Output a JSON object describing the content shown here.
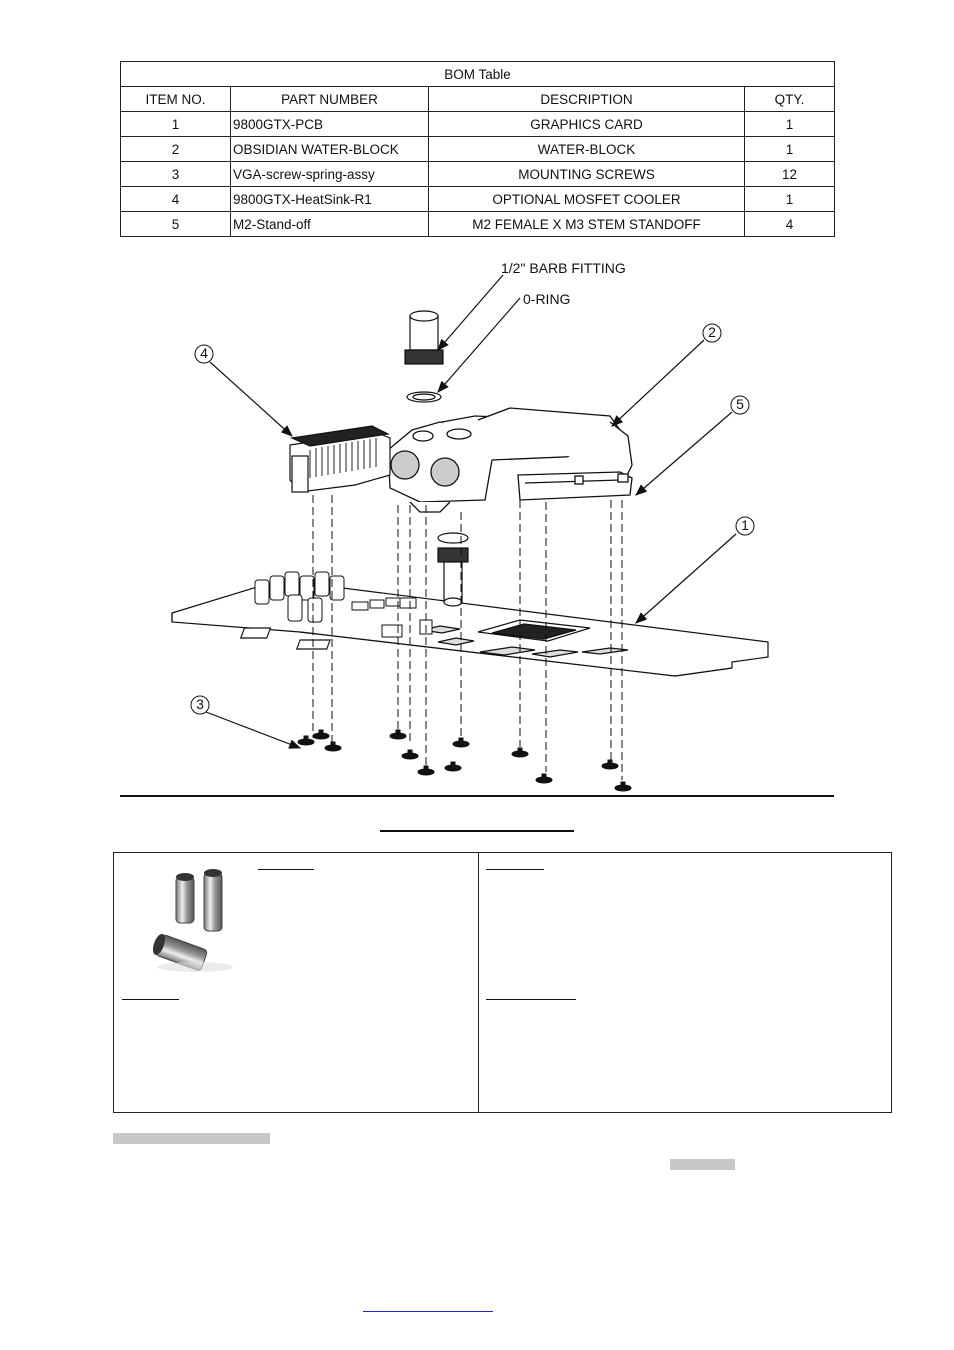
{
  "bom": {
    "title": "BOM Table",
    "headers": [
      "ITEM NO.",
      "PART NUMBER",
      "DESCRIPTION",
      "QTY."
    ],
    "rows": [
      {
        "item": "1",
        "part": "9800GTX-PCB",
        "desc": "GRAPHICS CARD",
        "qty": "1"
      },
      {
        "item": "2",
        "part": "OBSIDIAN WATER-BLOCK",
        "desc": "WATER-BLOCK",
        "qty": "1"
      },
      {
        "item": "3",
        "part": "VGA-screw-spring-assy",
        "desc": "MOUNTING SCREWS",
        "qty": "12"
      },
      {
        "item": "4",
        "part": "9800GTX-HeatSink-R1",
        "desc": "OPTIONAL MOSFET COOLER",
        "qty": "1"
      },
      {
        "item": "5",
        "part": "M2-Stand-off",
        "desc": "M2 FEMALE X M3 STEM STANDOFF",
        "qty": "4"
      }
    ]
  },
  "diagram": {
    "labels": {
      "barb": "1/2\" BARB FITTING",
      "oring": "0-RING"
    },
    "callouts": [
      "1",
      "2",
      "3",
      "4",
      "5"
    ]
  },
  "icons": {
    "socket_set": "socket-wrench-set-icon"
  }
}
